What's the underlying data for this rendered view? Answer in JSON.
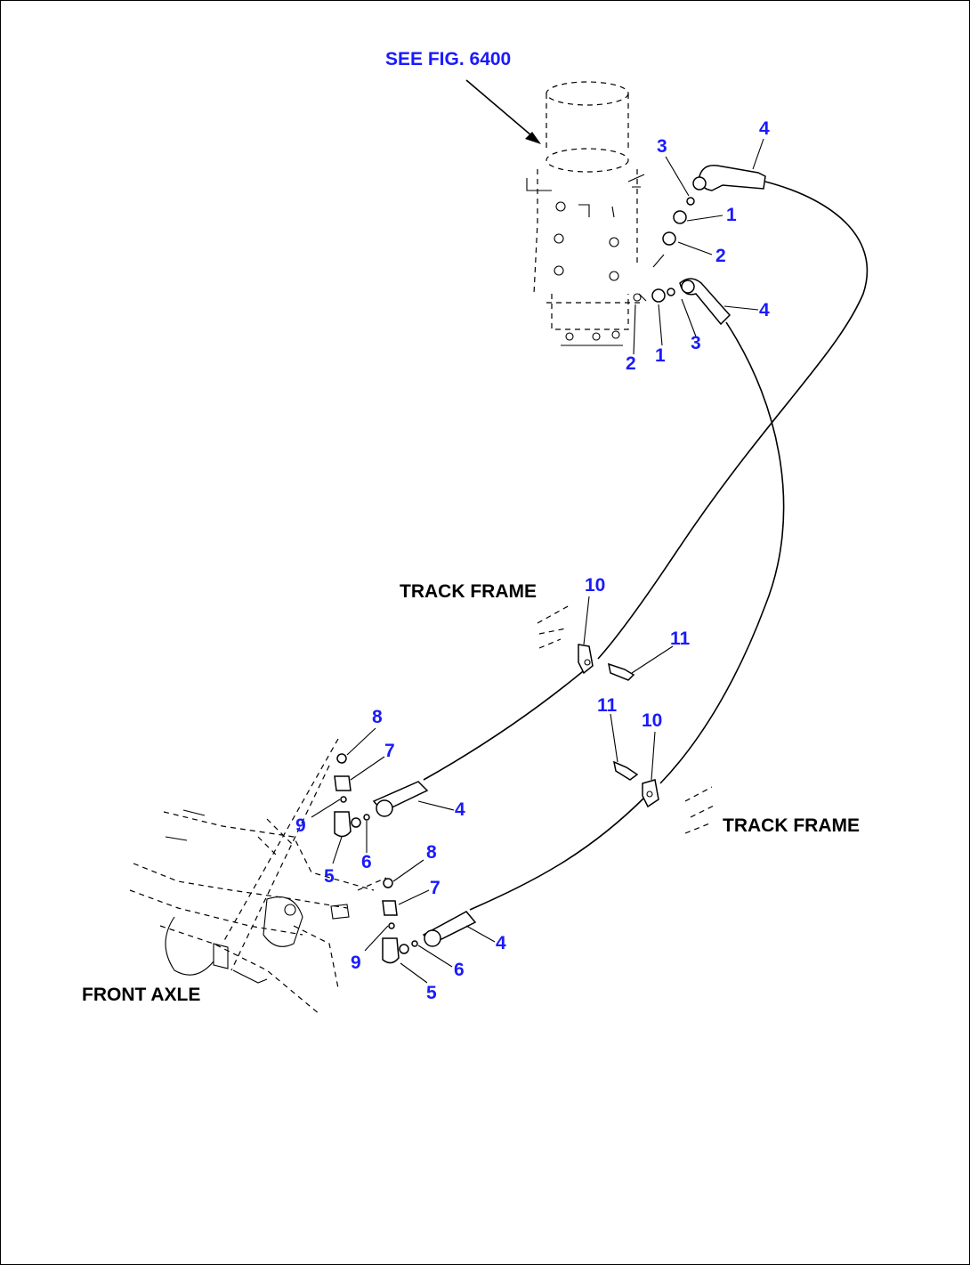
{
  "diagram": {
    "reference_label": "SEE FIG. 6400",
    "area_labels": {
      "track_frame_upper": "TRACK FRAME",
      "track_frame_lower": "TRACK FRAME",
      "front_axle": "FRONT AXLE"
    },
    "callouts": [
      {
        "id": "c4a",
        "text": "4"
      },
      {
        "id": "c3a",
        "text": "3"
      },
      {
        "id": "c1a",
        "text": "1"
      },
      {
        "id": "c2a",
        "text": "2"
      },
      {
        "id": "c4b",
        "text": "4"
      },
      {
        "id": "c3b",
        "text": "3"
      },
      {
        "id": "c1b",
        "text": "1"
      },
      {
        "id": "c2b",
        "text": "2"
      },
      {
        "id": "c10a",
        "text": "10"
      },
      {
        "id": "c11a",
        "text": "11"
      },
      {
        "id": "c11b",
        "text": "11"
      },
      {
        "id": "c10b",
        "text": "10"
      },
      {
        "id": "c8a",
        "text": "8"
      },
      {
        "id": "c7a",
        "text": "7"
      },
      {
        "id": "c9a",
        "text": "9"
      },
      {
        "id": "c4c",
        "text": "4"
      },
      {
        "id": "c5a",
        "text": "5"
      },
      {
        "id": "c6a",
        "text": "6"
      },
      {
        "id": "c8b",
        "text": "8"
      },
      {
        "id": "c7b",
        "text": "7"
      },
      {
        "id": "c9b",
        "text": "9"
      },
      {
        "id": "c4d",
        "text": "4"
      },
      {
        "id": "c6b",
        "text": "6"
      },
      {
        "id": "c5b",
        "text": "5"
      }
    ]
  },
  "colors": {
    "callout": "#1a1aff",
    "label": "#000000",
    "line": "#000000"
  }
}
